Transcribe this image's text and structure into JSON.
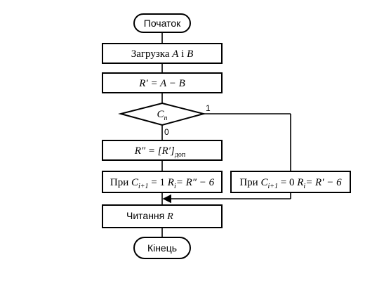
{
  "flowchart": {
    "start": "Початок",
    "end": "Кінець",
    "load": {
      "word": "Загрузка",
      "a": "A",
      "conj": "і",
      "b": "B"
    },
    "subtract": {
      "lhs": "R′",
      "rhs": "= A − B"
    },
    "decision": {
      "var": "C",
      "sub": "n",
      "yes_label": "1",
      "no_label": "0"
    },
    "complement": {
      "lhs": "R″ = [R′]",
      "sub": "доп"
    },
    "branch_left": {
      "prefix": "При",
      "c": "C",
      "csub": "i+1",
      "cond": "= 1",
      "r": "R",
      "rsub": "i",
      "expr": "= R″ − 6"
    },
    "branch_right": {
      "prefix": "При",
      "c": "C",
      "csub": "i+1",
      "cond": "= 0",
      "r": "R",
      "rsub": "i",
      "expr": "= R′ − 6"
    },
    "read": {
      "word": "Читання",
      "var": "R"
    }
  }
}
